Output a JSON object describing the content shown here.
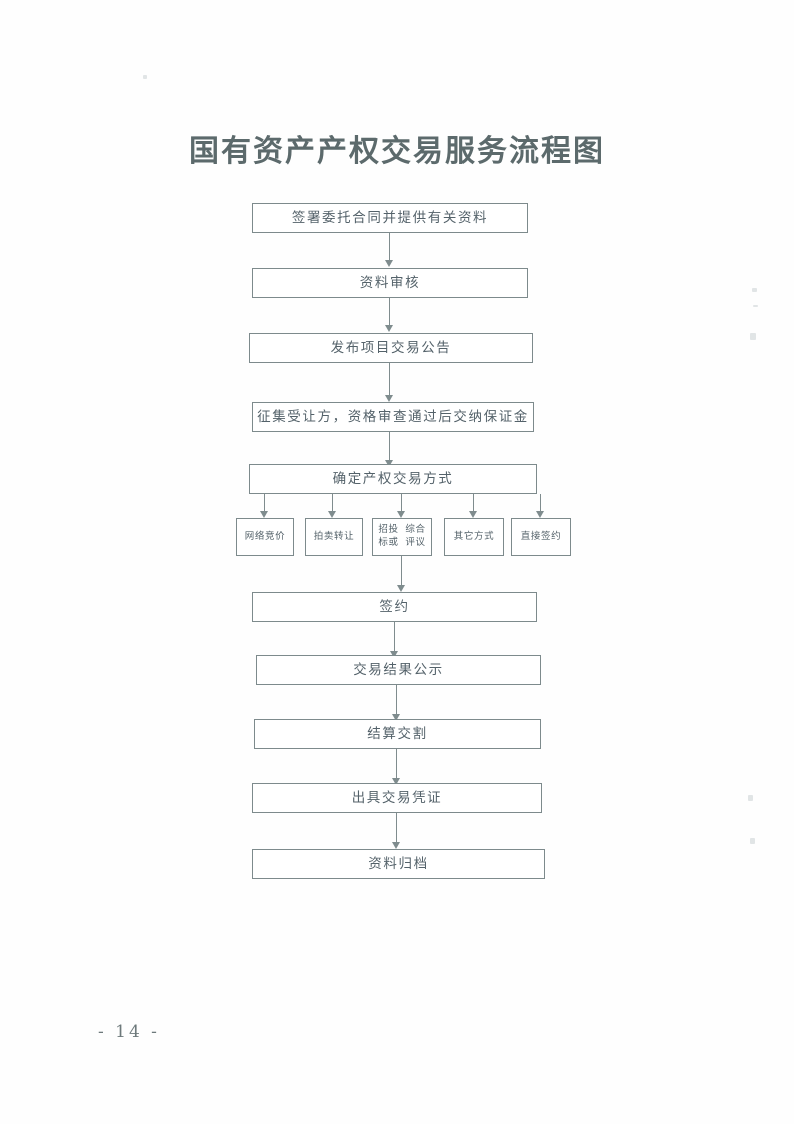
{
  "document": {
    "title": "国有资产产权交易服务流程图",
    "page_number": "- 14 -"
  },
  "chart_data": {
    "type": "diagram",
    "title": "国有资产产权交易服务流程图",
    "orientation": "top-to-bottom",
    "nodes": [
      {
        "id": "n1",
        "label": "签署委托合同并提供有关资料",
        "kind": "process"
      },
      {
        "id": "n2",
        "label": "资料审核",
        "kind": "process"
      },
      {
        "id": "n3",
        "label": "发布项目交易公告",
        "kind": "process"
      },
      {
        "id": "n4",
        "label": "征集受让方，资格审查通过后交纳保证金",
        "kind": "process"
      },
      {
        "id": "n5",
        "label": "确定产权交易方式",
        "kind": "process"
      },
      {
        "id": "b1",
        "label": "网络竞价",
        "kind": "branch"
      },
      {
        "id": "b2",
        "label": "拍卖转让",
        "kind": "branch"
      },
      {
        "id": "b3",
        "label": "招投标或综合评议",
        "label_line1": "招投标或",
        "label_line2": "综合评议",
        "kind": "branch"
      },
      {
        "id": "b4",
        "label": "其它方式",
        "kind": "branch"
      },
      {
        "id": "b5",
        "label": "直接签约",
        "kind": "branch"
      },
      {
        "id": "n6",
        "label": "签约",
        "kind": "process"
      },
      {
        "id": "n7",
        "label": "交易结果公示",
        "kind": "process"
      },
      {
        "id": "n8",
        "label": "结算交割",
        "kind": "process"
      },
      {
        "id": "n9",
        "label": "出具交易凭证",
        "kind": "process"
      },
      {
        "id": "n10",
        "label": "资料归档",
        "kind": "process"
      }
    ],
    "edges": [
      {
        "from": "n1",
        "to": "n2"
      },
      {
        "from": "n2",
        "to": "n3"
      },
      {
        "from": "n3",
        "to": "n4"
      },
      {
        "from": "n4",
        "to": "n5"
      },
      {
        "from": "n5",
        "to": "b1"
      },
      {
        "from": "n5",
        "to": "b2"
      },
      {
        "from": "n5",
        "to": "b3"
      },
      {
        "from": "n5",
        "to": "b4"
      },
      {
        "from": "n5",
        "to": "b5"
      },
      {
        "from": "b3",
        "to": "n6"
      },
      {
        "from": "n6",
        "to": "n7"
      },
      {
        "from": "n7",
        "to": "n8"
      },
      {
        "from": "n8",
        "to": "n9"
      },
      {
        "from": "n9",
        "to": "n10"
      }
    ],
    "colors": {
      "ink": "#54626a",
      "stroke": "#7f8c8e",
      "background": "#fefefe"
    }
  }
}
